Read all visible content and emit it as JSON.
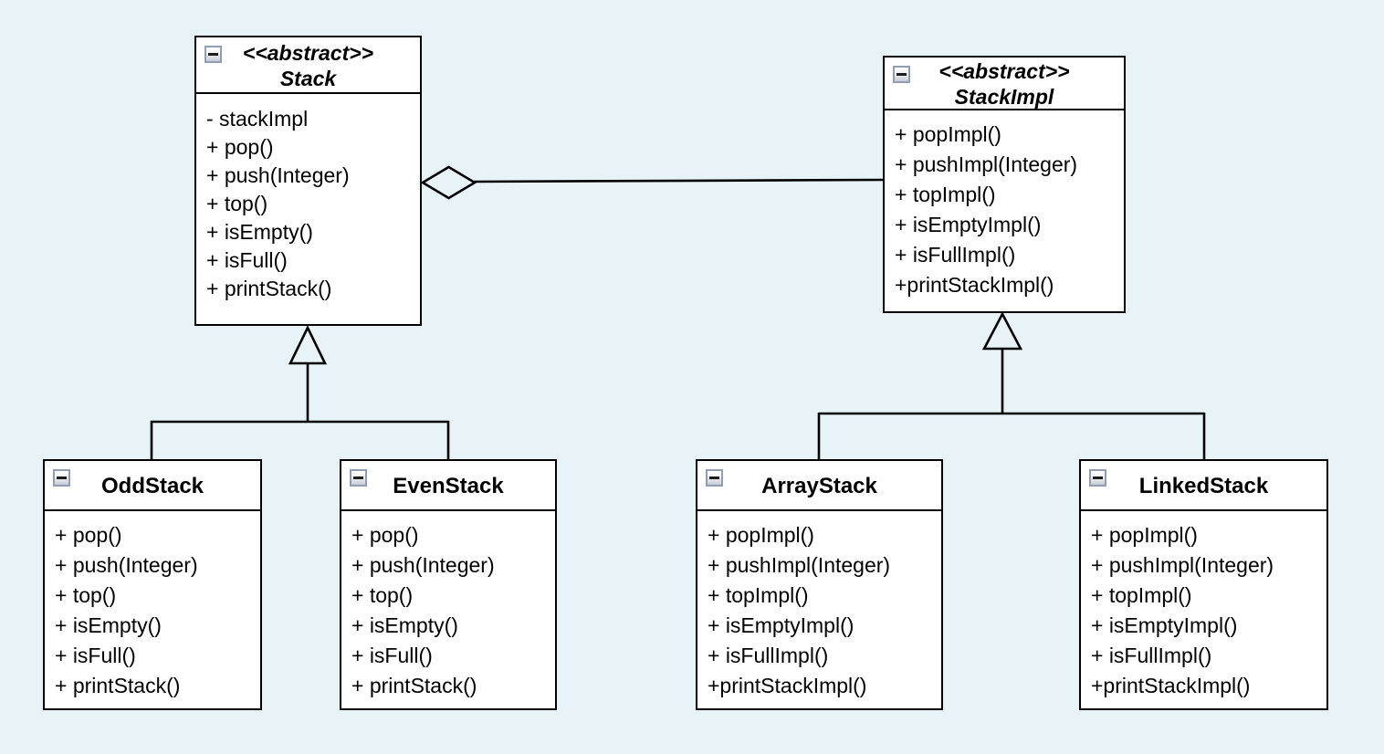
{
  "diagram": {
    "kind": "uml-class-diagram",
    "background_color": "#e7f3f7",
    "box_fill_color": "#ffffff",
    "line_color": "#000000"
  },
  "classes": {
    "stack": {
      "stereotype": "<<abstract>>",
      "name": "Stack",
      "abstract": true,
      "members": [
        "- stackImpl",
        "+ pop()",
        "+ push(Integer)",
        "+ top()",
        "+ isEmpty()",
        "+ isFull()",
        "+ printStack()"
      ]
    },
    "stackimpl": {
      "stereotype": "<<abstract>>",
      "name": "StackImpl",
      "abstract": true,
      "members": [
        "+ popImpl()",
        "+ pushImpl(Integer)",
        "+ topImpl()",
        "+ isEmptyImpl()",
        "+ isFullImpl()",
        "+printStackImpl()"
      ]
    },
    "oddstack": {
      "name": "OddStack",
      "abstract": false,
      "members": [
        "+ pop()",
        "+ push(Integer)",
        "+ top()",
        "+ isEmpty()",
        "+ isFull()",
        "+ printStack()"
      ]
    },
    "evenstack": {
      "name": "EvenStack",
      "abstract": false,
      "members": [
        "+ pop()",
        "+ push(Integer)",
        "+ top()",
        "+ isEmpty()",
        "+ isFull()",
        "+ printStack()"
      ]
    },
    "arraystack": {
      "name": "ArrayStack",
      "abstract": false,
      "members": [
        "+ popImpl()",
        "+ pushImpl(Integer)",
        "+ topImpl()",
        "+ isEmptyImpl()",
        "+ isFullImpl()",
        "+printStackImpl()"
      ]
    },
    "linkedstack": {
      "name": "LinkedStack",
      "abstract": false,
      "members": [
        "+ popImpl()",
        "+ pushImpl(Integer)",
        "+ topImpl()",
        "+ isEmptyImpl()",
        "+ isFullImpl()",
        "+printStackImpl()"
      ]
    }
  },
  "relationships": [
    {
      "type": "aggregation",
      "whole": "Stack",
      "part": "StackImpl"
    },
    {
      "type": "generalization",
      "child": "OddStack",
      "parent": "Stack"
    },
    {
      "type": "generalization",
      "child": "EvenStack",
      "parent": "Stack"
    },
    {
      "type": "generalization",
      "child": "ArrayStack",
      "parent": "StackImpl"
    },
    {
      "type": "generalization",
      "child": "LinkedStack",
      "parent": "StackImpl"
    }
  ]
}
